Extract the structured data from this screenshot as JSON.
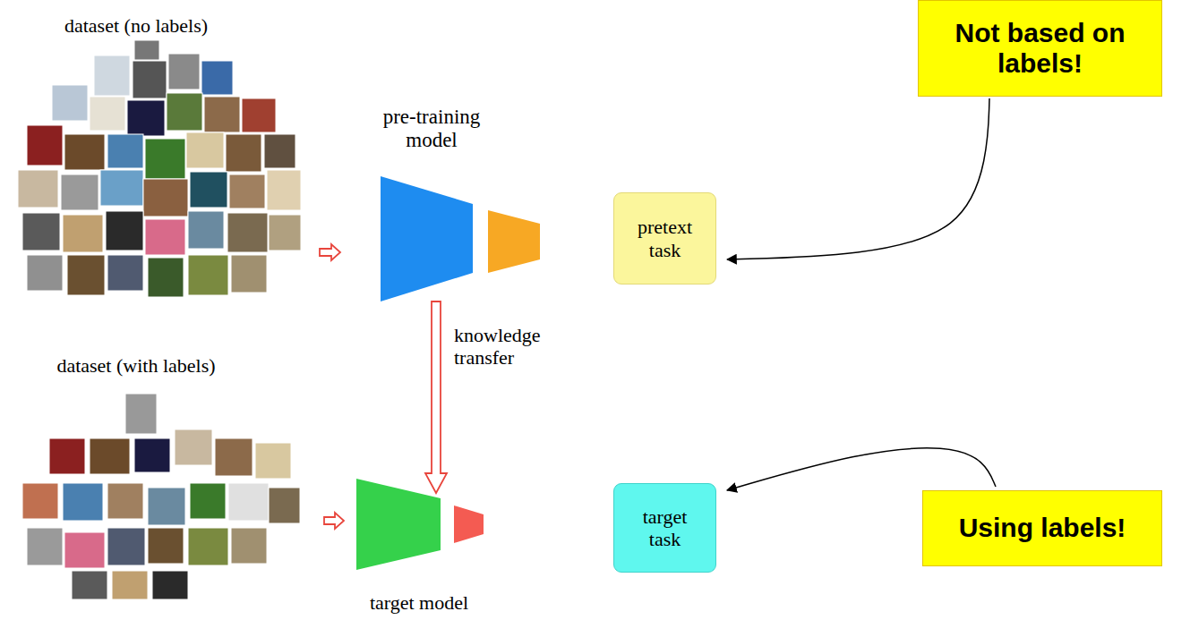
{
  "diagram": {
    "nodes": [
      {
        "text": [
          "dataset (no labels)"
        ]
      },
      {
        "text": [
          "pre-training model"
        ]
      },
      {
        "text": [
          "pretext task"
        ]
      },
      {
        "text": [
          "Not based on labels!"
        ]
      },
      {
        "text": [
          "dataset (with labels)"
        ]
      },
      {
        "text": [
          "target model"
        ]
      },
      {
        "text": [
          "target task"
        ]
      },
      {
        "text": [
          "Using labels!"
        ]
      }
    ],
    "edges": [
      {
        "from": 0,
        "to": 1,
        "arrow": "to"
      },
      {
        "from": 1,
        "to": 5,
        "arrow": "to",
        "label": "knowledge transfer"
      },
      {
        "from": 4,
        "to": 5,
        "arrow": "to"
      },
      {
        "from": 3,
        "to": 2,
        "arrow": "to"
      },
      {
        "from": 7,
        "to": 6,
        "arrow": "to"
      }
    ]
  }
}
